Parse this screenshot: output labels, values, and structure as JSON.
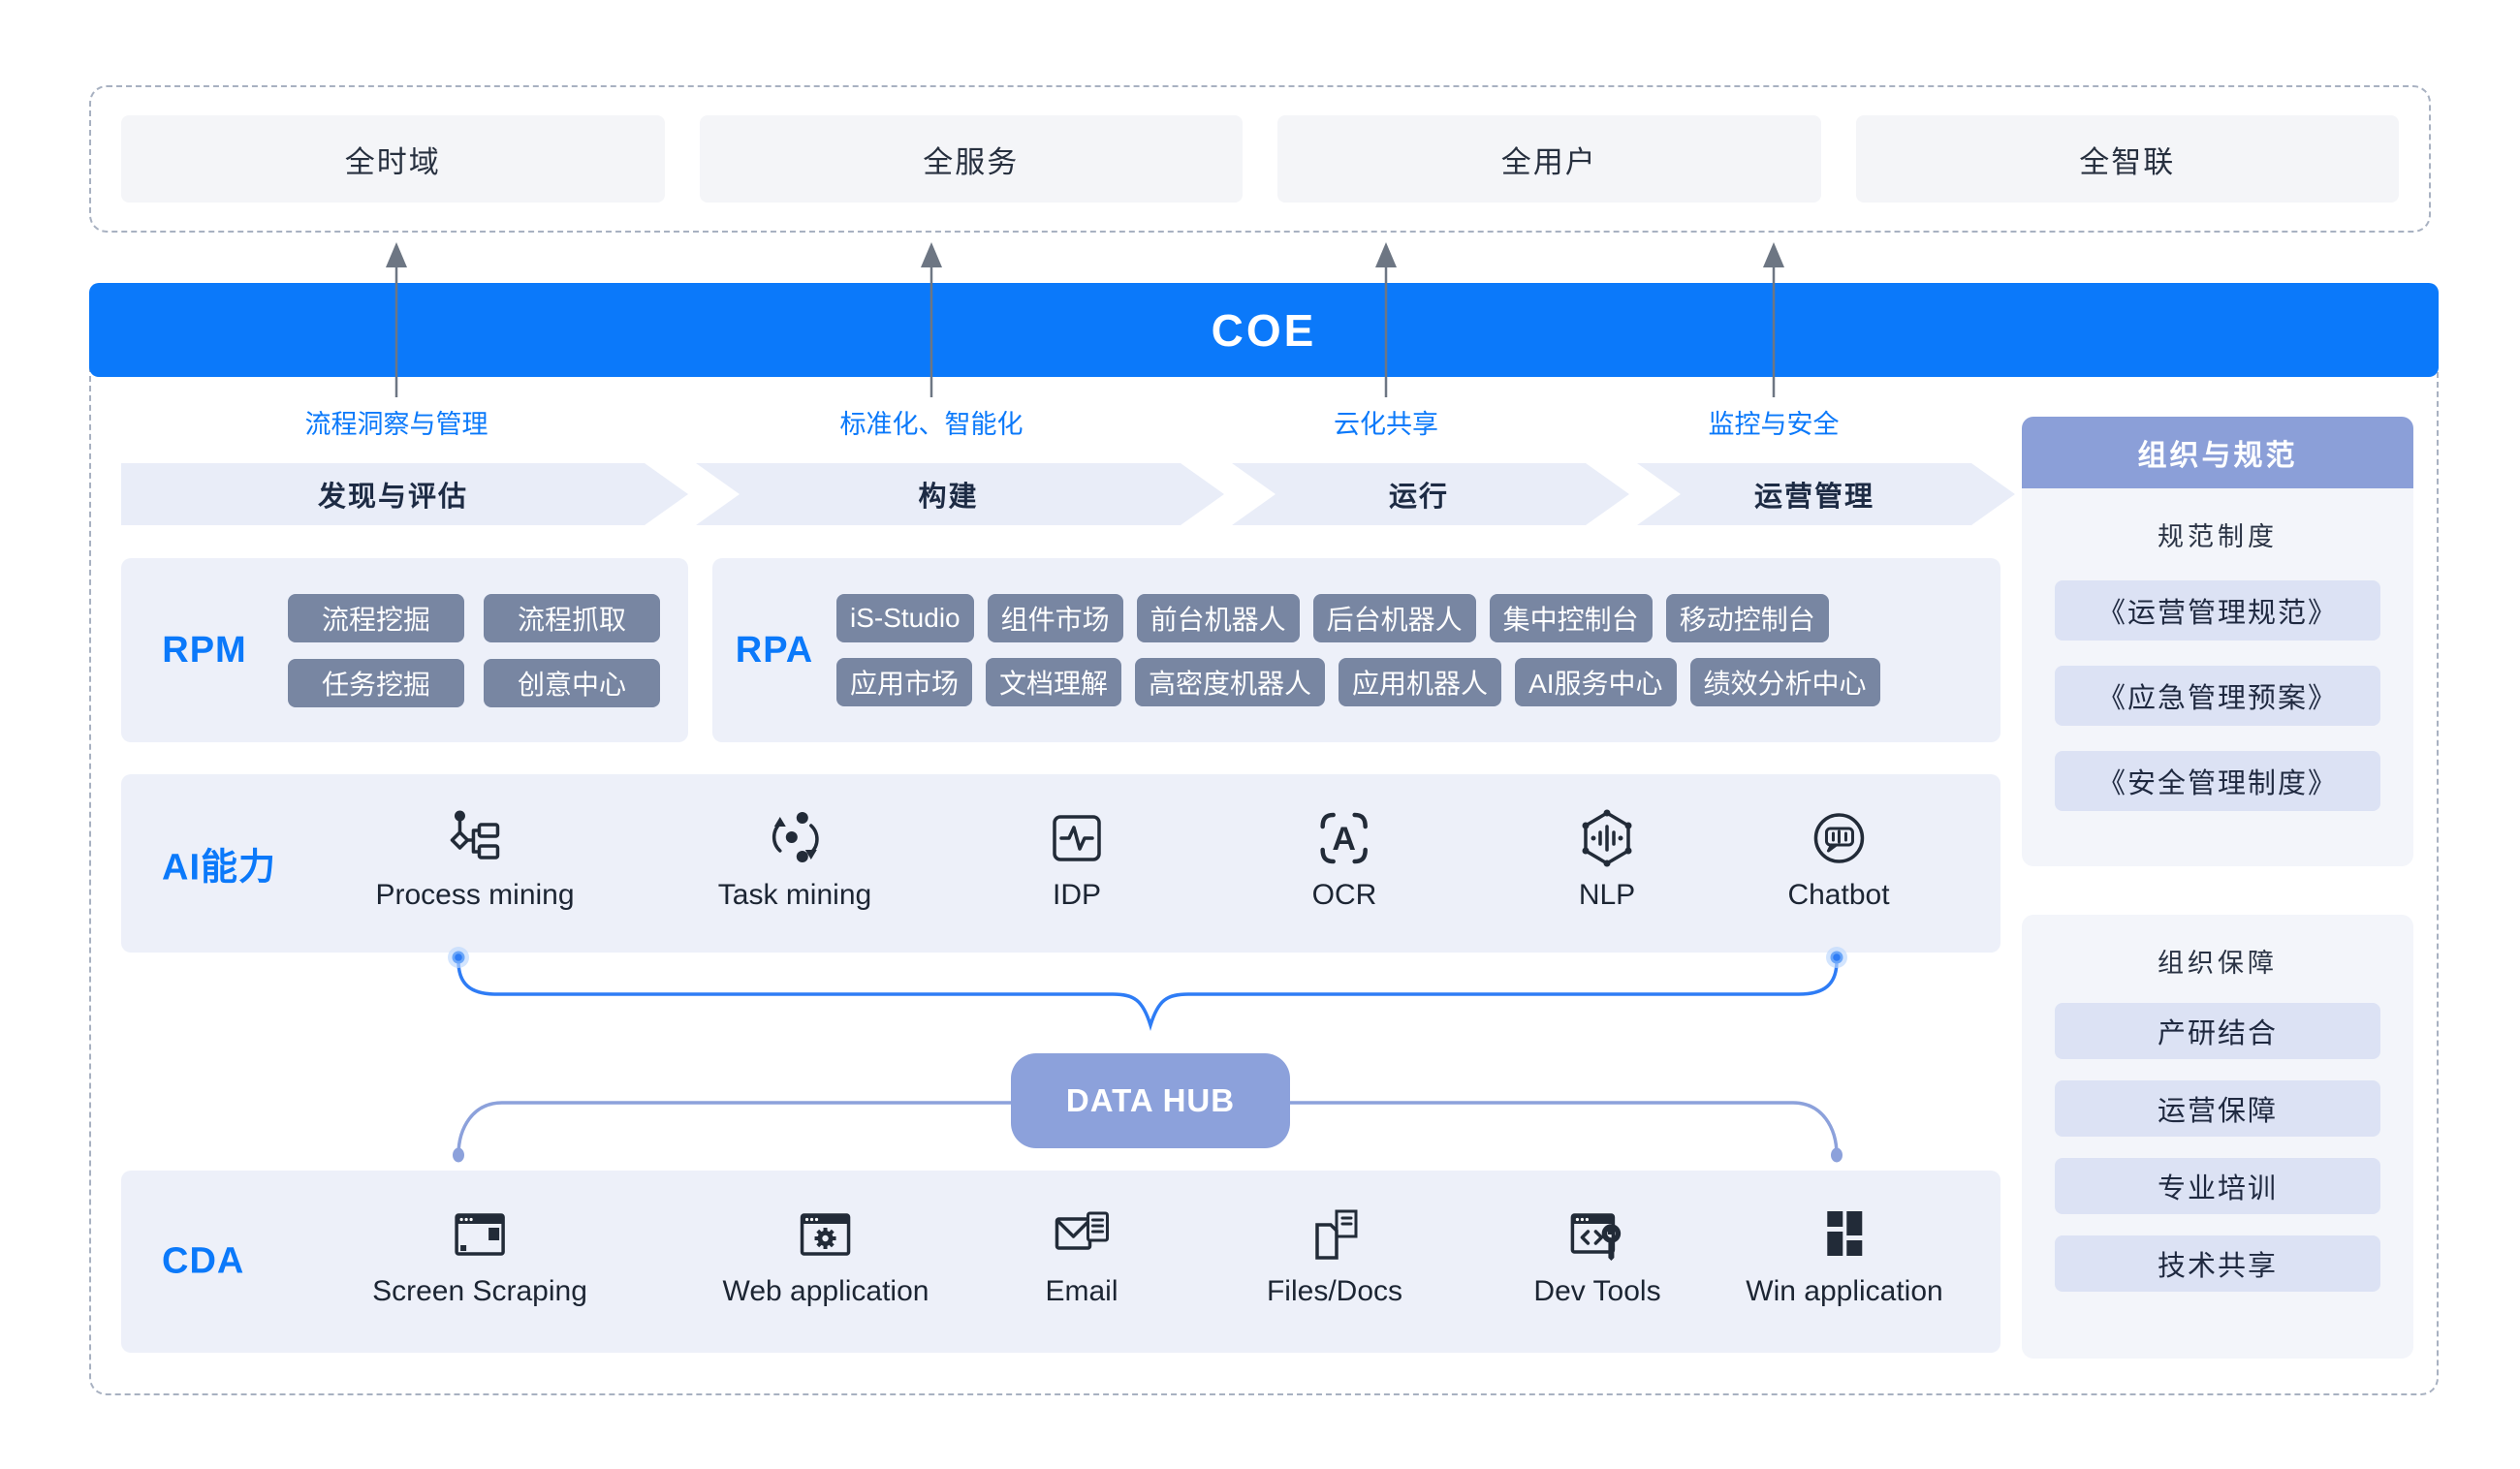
{
  "colors": {
    "accent_blue": "#0b79fa",
    "chip_gray_blue": "#7886a2",
    "sidebar_header": "#8b9fd8",
    "hub_blue": "#8ca1db",
    "section_bg": "#edf0f9",
    "chip_light": "#dce2f4"
  },
  "top_banner": {
    "items": [
      "全时域",
      "全服务",
      "全用户",
      "全智联"
    ]
  },
  "coe": {
    "title": "COE"
  },
  "pillars": [
    "流程洞察与管理",
    "标准化、智能化",
    "云化共享",
    "监控与安全"
  ],
  "stages": [
    "发现与评估",
    "构建",
    "运行",
    "运营管理"
  ],
  "rpm": {
    "label": "RPM",
    "chips": [
      "流程挖掘",
      "流程抓取",
      "任务挖掘",
      "创意中心"
    ]
  },
  "rpa": {
    "label": "RPA",
    "chips_row1": [
      "iS-Studio",
      "组件市场",
      "前台机器人",
      "后台机器人",
      "集中控制台",
      "移动控制台"
    ],
    "chips_row2": [
      "应用市场",
      "文档理解",
      "高密度机器人",
      "应用机器人",
      "AI服务中心",
      "绩效分析中心"
    ]
  },
  "ai": {
    "label": "AI能力",
    "items": [
      {
        "icon": "process-mining-icon",
        "label": "Process mining"
      },
      {
        "icon": "task-mining-icon",
        "label": "Task mining"
      },
      {
        "icon": "idp-icon",
        "label": "IDP"
      },
      {
        "icon": "ocr-icon",
        "label": "OCR"
      },
      {
        "icon": "nlp-icon",
        "label": "NLP"
      },
      {
        "icon": "chatbot-icon",
        "label": "Chatbot"
      }
    ]
  },
  "data_hub": {
    "label": "DATA HUB"
  },
  "cda": {
    "label": "CDA",
    "items": [
      {
        "icon": "screen-scraping-icon",
        "label": "Screen Scraping"
      },
      {
        "icon": "web-application-icon",
        "label": "Web application"
      },
      {
        "icon": "email-icon",
        "label": "Email"
      },
      {
        "icon": "files-docs-icon",
        "label": "Files/Docs"
      },
      {
        "icon": "dev-tools-icon",
        "label": "Dev Tools"
      },
      {
        "icon": "win-application-icon",
        "label": "Win application"
      }
    ]
  },
  "sidebar": {
    "top": {
      "header": "组织与规范",
      "subtitle": "规范制度",
      "chips": [
        "《运营管理规范》",
        "《应急管理预案》",
        "《安全管理制度》"
      ]
    },
    "bottom": {
      "subtitle": "组织保障",
      "chips": [
        "产研结合",
        "运营保障",
        "专业培训",
        "技术共享"
      ]
    }
  }
}
